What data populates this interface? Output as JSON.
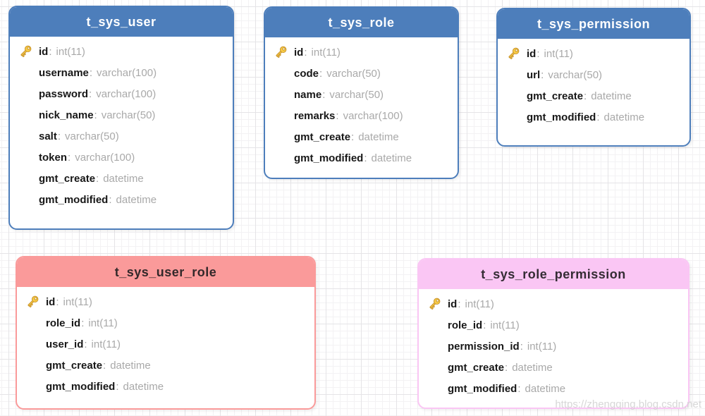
{
  "labels": {
    "colon": ":"
  },
  "watermark": {
    "text": "https://zhengqing.blog.csdn.net"
  },
  "colors": {
    "blue_header": "#4d7ebb",
    "salmon_header": "#fa9a9a",
    "pink_header": "#fac6f4",
    "field_name": "#171717",
    "field_type": "#a9a9a9",
    "key_icon_fill": "#f8cc46",
    "key_icon_stroke": "#c8932b",
    "grid_minor": "#f3f2f4",
    "grid_major": "#e5e4e7"
  },
  "tables": [
    {
      "title": "t_sys_user",
      "theme": "blue",
      "fields": [
        {
          "name": "id",
          "type": "int(11)",
          "key": true
        },
        {
          "name": "username",
          "type": "varchar(100)",
          "key": false
        },
        {
          "name": "password",
          "type": "varchar(100)",
          "key": false
        },
        {
          "name": "nick_name",
          "type": "varchar(50)",
          "key": false
        },
        {
          "name": "salt",
          "type": "varchar(50)",
          "key": false
        },
        {
          "name": "token",
          "type": "varchar(100)",
          "key": false
        },
        {
          "name": "gmt_create",
          "type": "datetime",
          "key": false
        },
        {
          "name": "gmt_modified",
          "type": "datetime",
          "key": false
        }
      ]
    },
    {
      "title": "t_sys_role",
      "theme": "blue",
      "fields": [
        {
          "name": "id",
          "type": "int(11)",
          "key": true
        },
        {
          "name": "code",
          "type": "varchar(50)",
          "key": false
        },
        {
          "name": "name",
          "type": "varchar(50)",
          "key": false
        },
        {
          "name": "remarks",
          "type": "varchar(100)",
          "key": false
        },
        {
          "name": "gmt_create",
          "type": "datetime",
          "key": false
        },
        {
          "name": "gmt_modified",
          "type": "datetime",
          "key": false
        }
      ]
    },
    {
      "title": "t_sys_permission",
      "theme": "blue",
      "fields": [
        {
          "name": "id",
          "type": "int(11)",
          "key": true
        },
        {
          "name": "url",
          "type": "varchar(50)",
          "key": false
        },
        {
          "name": "gmt_create",
          "type": "datetime",
          "key": false
        },
        {
          "name": "gmt_modified",
          "type": "datetime",
          "key": false
        }
      ]
    },
    {
      "title": "t_sys_user_role",
      "theme": "salmon",
      "fields": [
        {
          "name": "id",
          "type": "int(11)",
          "key": true
        },
        {
          "name": "role_id",
          "type": "int(11)",
          "key": false
        },
        {
          "name": "user_id",
          "type": "int(11)",
          "key": false
        },
        {
          "name": "gmt_create",
          "type": "datetime",
          "key": false
        },
        {
          "name": "gmt_modified",
          "type": "datetime",
          "key": false
        }
      ]
    },
    {
      "title": "t_sys_role_permission",
      "theme": "pink",
      "fields": [
        {
          "name": "id",
          "type": "int(11)",
          "key": true
        },
        {
          "name": "role_id",
          "type": "int(11)",
          "key": false
        },
        {
          "name": "permission_id",
          "type": "int(11)",
          "key": false
        },
        {
          "name": "gmt_create",
          "type": "datetime",
          "key": false
        },
        {
          "name": "gmt_modified",
          "type": "datetime",
          "key": false
        }
      ]
    }
  ]
}
